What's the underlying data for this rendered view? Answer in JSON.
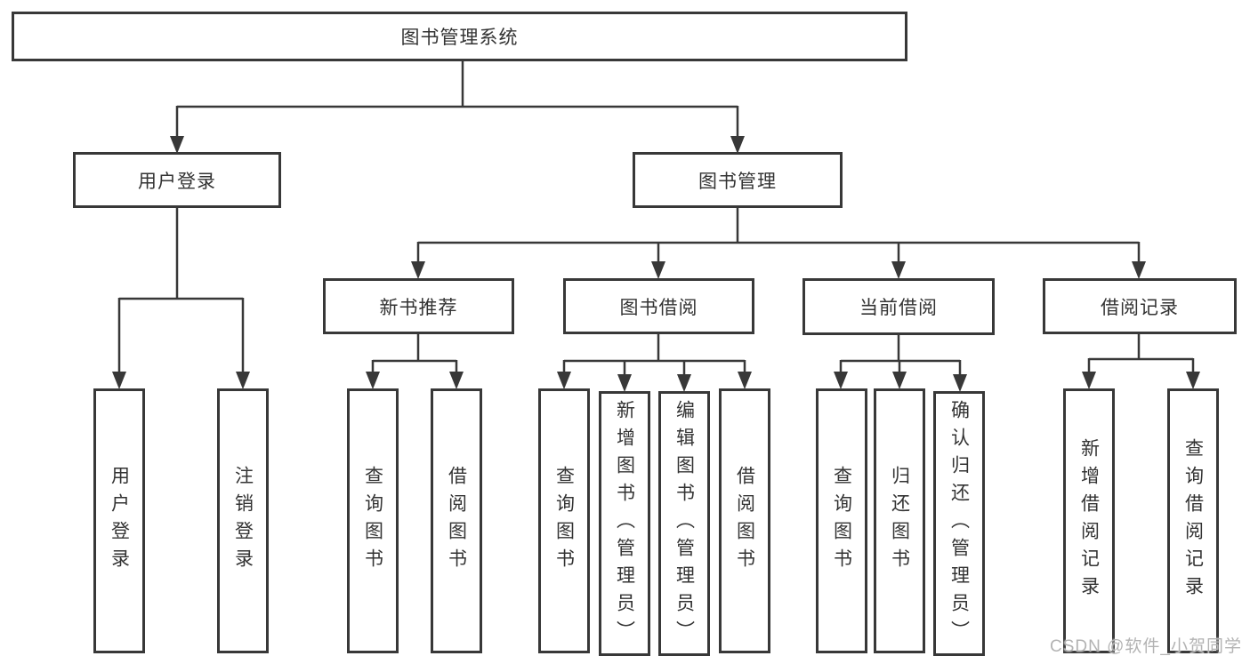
{
  "diagram": {
    "title": "图书管理系统",
    "nodes": {
      "root": {
        "label": "图书管理系统"
      },
      "level2": [
        {
          "label": "用户登录"
        },
        {
          "label": "图书管理"
        }
      ],
      "user_login_children": [
        {
          "label": "用户登录"
        },
        {
          "label": "注销登录"
        }
      ],
      "book_mgmt_children": [
        {
          "label": "新书推荐",
          "children": [
            {
              "label": "查询图书"
            },
            {
              "label": "借阅图书"
            }
          ]
        },
        {
          "label": "图书借阅",
          "children": [
            {
              "label": "查询图书"
            },
            {
              "label": "新增图书（管理员）"
            },
            {
              "label": "编辑图书（管理员）"
            },
            {
              "label": "借阅图书"
            }
          ]
        },
        {
          "label": "当前借阅",
          "children": [
            {
              "label": "查询图书"
            },
            {
              "label": "归还图书"
            },
            {
              "label": "确认归还（管理员）"
            }
          ]
        },
        {
          "label": "借阅记录",
          "children": [
            {
              "label": "新增借阅记录"
            },
            {
              "label": "查询借阅记录"
            }
          ]
        }
      ]
    }
  },
  "watermark": "CSDN @软件_小贺同学",
  "colors": {
    "line": "#383838",
    "text": "#333333",
    "watermark": "#b3b3b3",
    "background": "#ffffff"
  }
}
